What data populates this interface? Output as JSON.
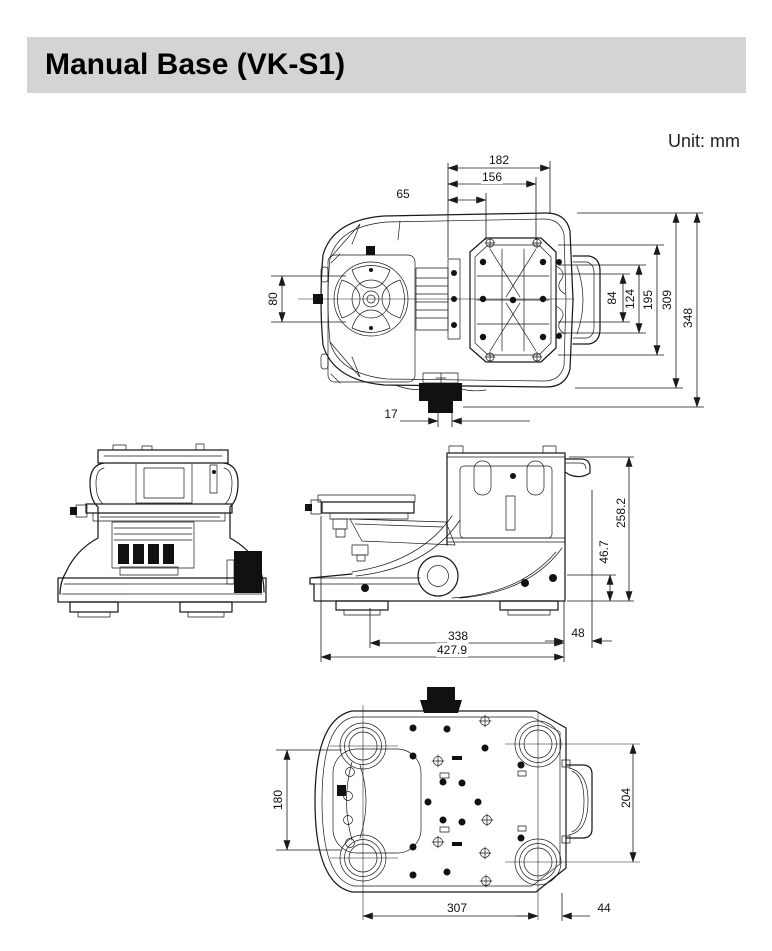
{
  "page": {
    "title": "Manual Base (VK-S1)",
    "unit_note": "Unit: mm"
  },
  "dims": {
    "top": {
      "d182": "182",
      "d156": "156",
      "d65": "65",
      "d80": "80",
      "d84": "84",
      "d124": "124",
      "d195": "195",
      "d309": "309",
      "d348": "348",
      "d17": "17"
    },
    "side": {
      "d258_2": "258.2",
      "d46_7": "46.7",
      "d338": "338",
      "d427_9": "427.9",
      "d48": "48"
    },
    "bottom": {
      "d180": "180",
      "d204": "204",
      "d307": "307",
      "d44": "44"
    }
  }
}
